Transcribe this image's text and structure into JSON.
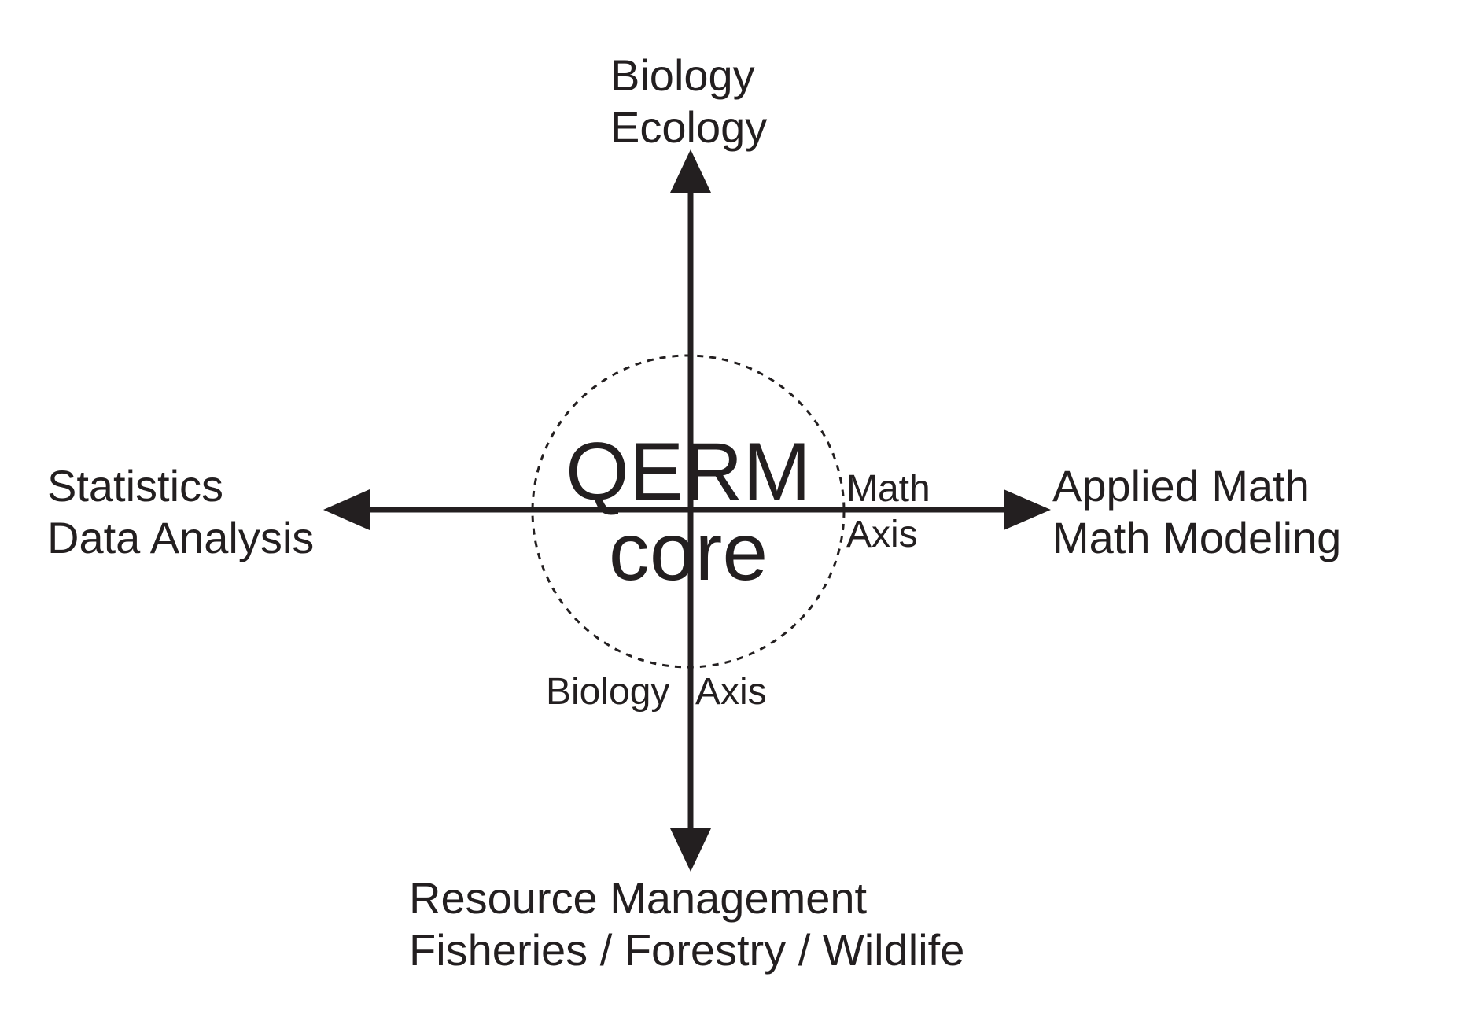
{
  "colors": {
    "ink": "#231f20",
    "background": "#ffffff"
  },
  "top": {
    "line1": "Biology",
    "line2": "Ecology"
  },
  "left": {
    "line1": "Statistics",
    "line2": "Data Analysis"
  },
  "right": {
    "line1": "Applied Math",
    "line2": "Math Modeling"
  },
  "bottom": {
    "line1": "Resource Management",
    "line2": "Fisheries / Forestry / Wildlife"
  },
  "center": {
    "line1": "QERM",
    "line2": "core"
  },
  "axes": {
    "math_axis_line1": "Math",
    "math_axis_line2": "Axis",
    "biology_axis_left": "Biology",
    "biology_axis_right": "Axis"
  }
}
